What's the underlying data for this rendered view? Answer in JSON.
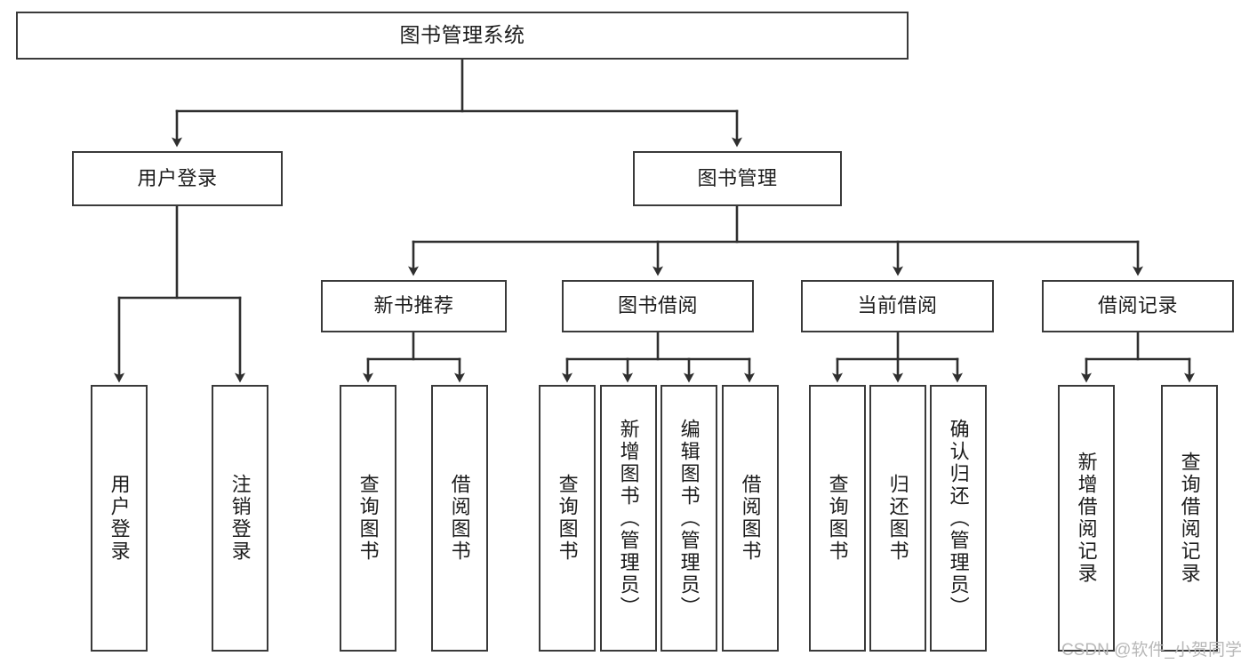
{
  "diagram": {
    "title": "图书管理系统",
    "type": "tree-hierarchy-chart",
    "watermark": "CSDN @软件_小贺同学",
    "colors": {
      "box_border": "#3a3a3a",
      "box_fill": "#ffffff",
      "connector": "#2f2f2f",
      "text": "#1c1c1c",
      "watermark": "#b8b8b8",
      "background": "#ffffff"
    },
    "root": {
      "label": "图书管理系统"
    },
    "level2": [
      {
        "label": "用户登录"
      },
      {
        "label": "图书管理"
      }
    ],
    "level3": [
      {
        "label": "新书推荐"
      },
      {
        "label": "图书借阅"
      },
      {
        "label": "当前借阅"
      },
      {
        "label": "借阅记录"
      }
    ],
    "leaves": {
      "user_login": [
        {
          "label": "用户登录"
        },
        {
          "label": "注销登录"
        }
      ],
      "new_book_recommend": [
        {
          "label": "查询图书"
        },
        {
          "label": "借阅图书"
        }
      ],
      "book_borrow": [
        {
          "label": "查询图书"
        },
        {
          "label": "新增图书（管理员）"
        },
        {
          "label": "编辑图书（管理员）"
        },
        {
          "label": "借阅图书"
        }
      ],
      "current_borrow": [
        {
          "label": "查询图书"
        },
        {
          "label": "归还图书"
        },
        {
          "label": "确认归还（管理员）"
        }
      ],
      "borrow_record": [
        {
          "label": "新增借阅记录"
        },
        {
          "label": "查询借阅记录"
        }
      ]
    }
  }
}
